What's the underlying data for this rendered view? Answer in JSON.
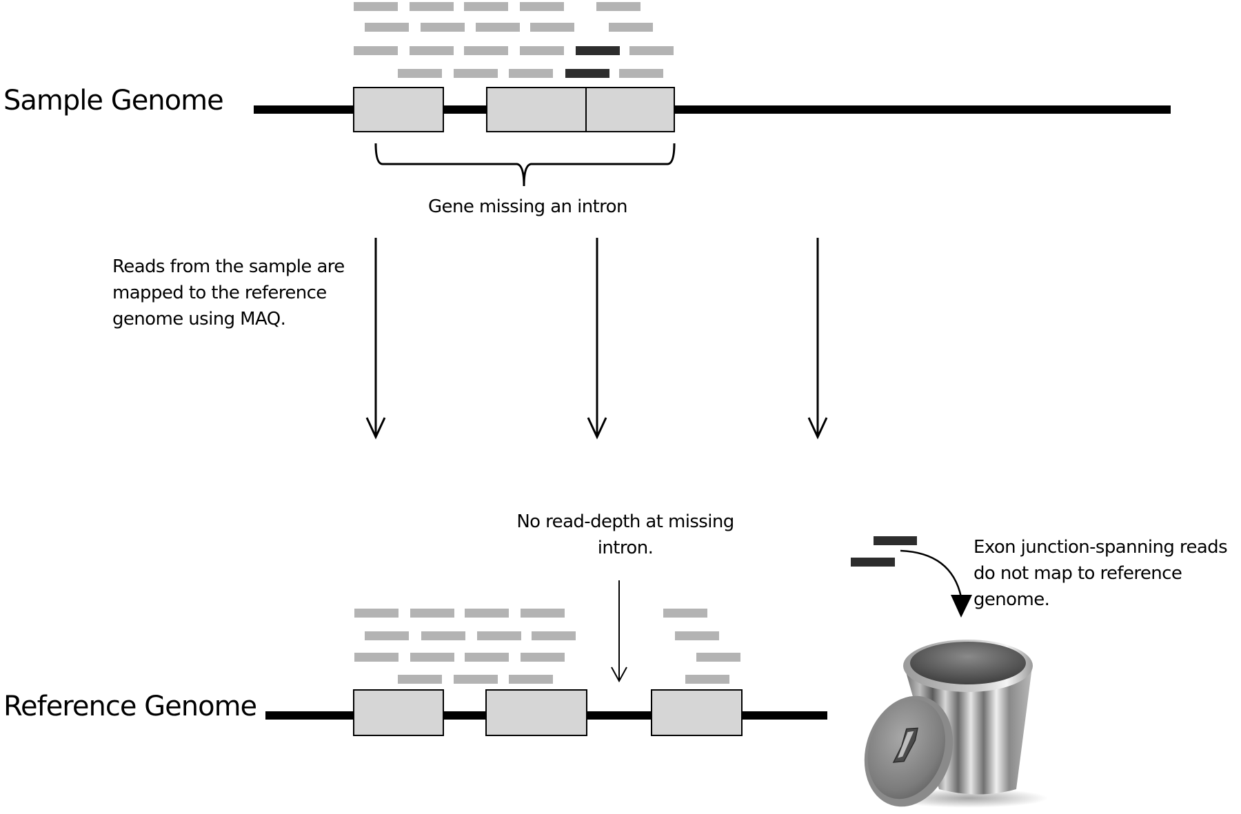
{
  "sample": {
    "label": "Sample Genome",
    "region_label": "Gene missing an intron",
    "exons": [
      {
        "name": "exon-1"
      },
      {
        "name": "exon-2"
      },
      {
        "name": "exon-3"
      }
    ],
    "read_rows": [
      [
        "normal",
        "normal",
        "normal",
        "normal",
        "normal"
      ],
      [
        "normal",
        "normal",
        "normal",
        "normal",
        "normal"
      ],
      [
        "normal",
        "normal",
        "normal",
        "normal",
        "junction",
        "normal"
      ],
      [
        "normal",
        "normal",
        "normal",
        "junction",
        "normal"
      ]
    ]
  },
  "mapping_note": {
    "lines": [
      "Reads from the sample are",
      "mapped to the reference",
      "genome using MAQ."
    ]
  },
  "mapping_arrows": 3,
  "reference": {
    "label": "Reference Genome",
    "exons": [
      {
        "name": "exon-1"
      },
      {
        "name": "exon-2"
      },
      {
        "name": "exon-3"
      }
    ],
    "missing_intron_note": {
      "lines": [
        "No read-depth at missing",
        "intron."
      ]
    }
  },
  "junction": {
    "reads": 2,
    "note_lines": [
      "Exon junction-spanning reads",
      "do not map to reference",
      "genome."
    ],
    "discard_icon": "trash-can-icon"
  },
  "colors": {
    "read": "#b3b3b3",
    "junction_read": "#2d2d2d",
    "exon_fill": "#d6d6d6",
    "line": "#000000"
  }
}
